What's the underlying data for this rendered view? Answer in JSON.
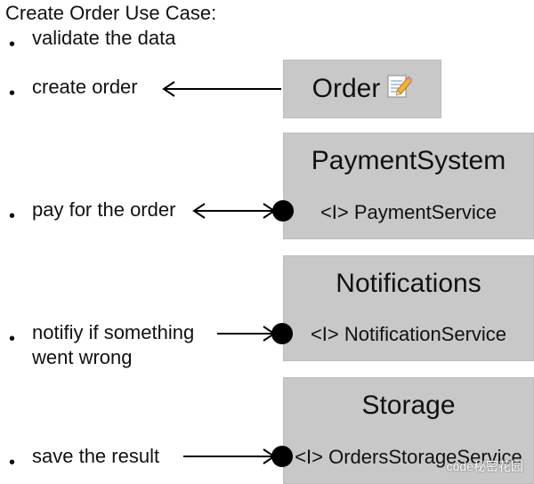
{
  "title": "Create Order Use Case:",
  "bullet_char": "•",
  "steps": [
    "validate the data",
    "create order",
    "pay for the order",
    "notifiy if something\nwent wrong",
    "save the result"
  ],
  "boxes": {
    "order": {
      "title": "Order",
      "icon": "memo-icon"
    },
    "payment": {
      "title": "PaymentSystem",
      "interface": "<I> PaymentService"
    },
    "notifications": {
      "title": "Notifications",
      "interface": "<I> NotificationService"
    },
    "storage": {
      "title": "Storage",
      "interface": "<I> OrdersStorageService"
    }
  },
  "watermark": "code秘密花园",
  "colors": {
    "box_fill": "#c8c8c8",
    "line": "#000000"
  }
}
